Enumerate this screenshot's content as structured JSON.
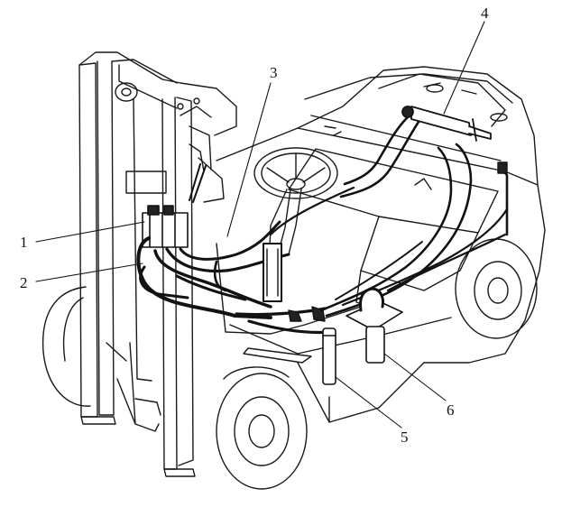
{
  "colors": {
    "ink": "#1a1a1a",
    "paper": "#ffffff",
    "hose": "#121212"
  },
  "callouts": [
    {
      "id": "1",
      "label": "1"
    },
    {
      "id": "2",
      "label": "2"
    },
    {
      "id": "3",
      "label": "3"
    },
    {
      "id": "4",
      "label": "4"
    },
    {
      "id": "5",
      "label": "5"
    },
    {
      "id": "6",
      "label": "6"
    }
  ]
}
